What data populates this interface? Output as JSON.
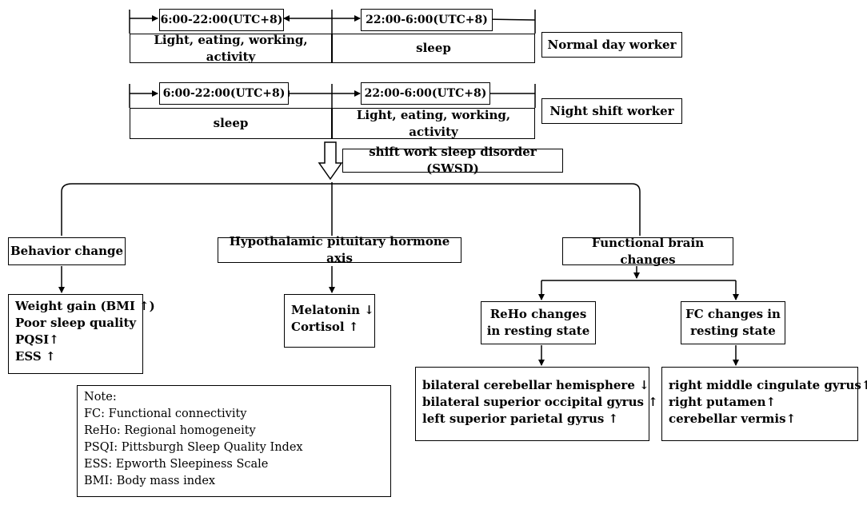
{
  "timeline": {
    "day_range": "6:00-22:00(UTC+8)",
    "night_range": "22:00-6:00(UTC+8)",
    "normal": {
      "left_label": "Light, eating, working, activity",
      "right_label": "sleep",
      "worker_label": "Normal day worker"
    },
    "night": {
      "left_label": "sleep",
      "right_label": "Light, eating, working, activity",
      "worker_label": "Night shift worker"
    }
  },
  "swsd": "shift work sleep disorder (SWSD)",
  "branches": {
    "behavior": {
      "title": "Behavior change",
      "items": [
        "Weight gain (BMI ↑)",
        "Poor sleep quality",
        "PQSI↑",
        "ESS ↑"
      ]
    },
    "hormone": {
      "title": "Hypothalamic pituitary hormone axis",
      "items": [
        "Melatonin ↓",
        "Cortisol ↑"
      ]
    },
    "brain": {
      "title": "Functional brain changes",
      "reho": {
        "title_line1": "ReHo changes",
        "title_line2": "in resting state",
        "items": [
          "bilateral cerebellar hemisphere ↓",
          "bilateral superior occipital gyrus ↑",
          "left superior parietal gyrus ↑"
        ]
      },
      "fc": {
        "title_line1": "FC changes in",
        "title_line2": "resting state",
        "items": [
          "right middle cingulate gyrus↑",
          "right putamen↑",
          "cerebellar vermis↑"
        ]
      }
    }
  },
  "note": {
    "title": "Note:",
    "lines": [
      "FC: Functional connectivity",
      "ReHo: Regional homogeneity",
      "PSQI: Pittsburgh Sleep Quality Index",
      "ESS: Epworth Sleepiness Scale",
      "BMI: Body mass index"
    ]
  }
}
